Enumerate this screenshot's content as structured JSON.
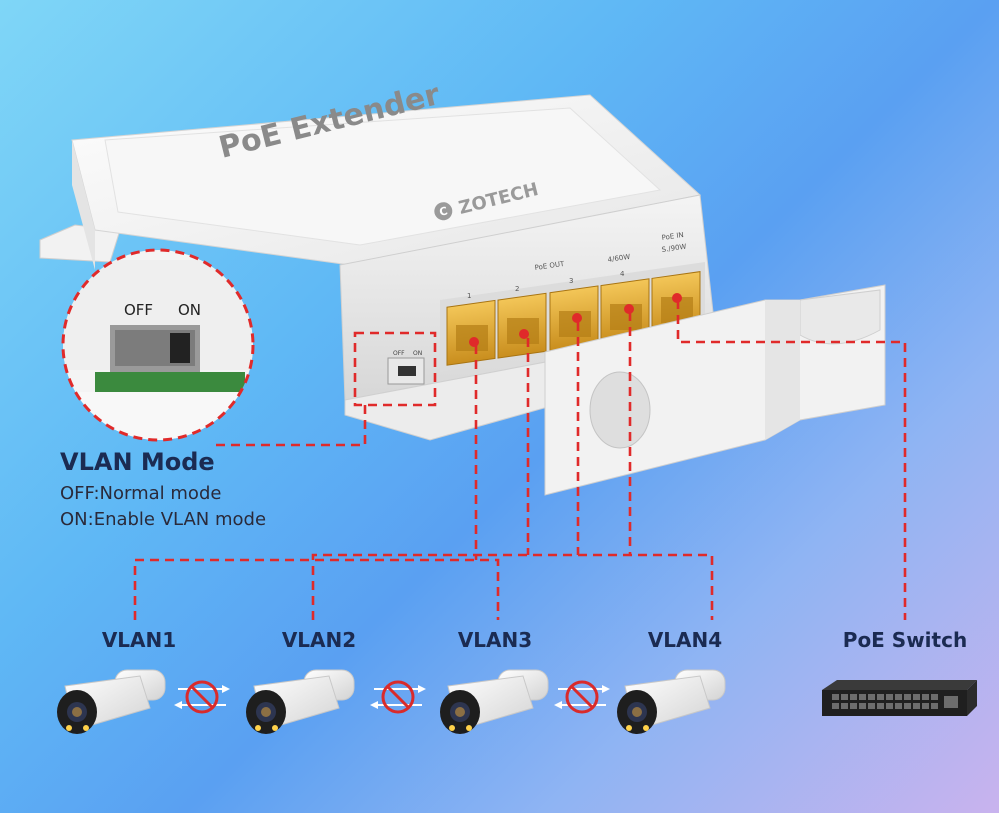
{
  "product": {
    "name": "PoE Extender",
    "brand": "ZOTECH",
    "port_group_labels": {
      "out": "PoE OUT",
      "in": "PoE IN",
      "in_power": "S./90W",
      "out_power": "4/60W"
    },
    "port_numbers": [
      "1",
      "2",
      "3",
      "4"
    ],
    "switch_labels": {
      "off": "OFF",
      "on": "ON"
    }
  },
  "zoom": {
    "off_label": "OFF",
    "on_label": "ON"
  },
  "vlan_mode": {
    "title": "VLAN Mode",
    "off_desc": "OFF:Normal mode",
    "on_desc": "ON:Enable VLAN mode"
  },
  "devices": [
    {
      "label": "VLAN1",
      "icon": "camera-icon"
    },
    {
      "label": "VLAN2",
      "icon": "camera-icon"
    },
    {
      "label": "VLAN3",
      "icon": "camera-icon"
    },
    {
      "label": "VLAN4",
      "icon": "camera-icon"
    },
    {
      "label": "PoE Switch",
      "icon": "switch-icon"
    }
  ],
  "colors": {
    "connector_line": "#e02a2a",
    "port_gold": "#e9b43a",
    "label_text": "#1b2b52",
    "blocked_icon": "#d92b2b"
  }
}
